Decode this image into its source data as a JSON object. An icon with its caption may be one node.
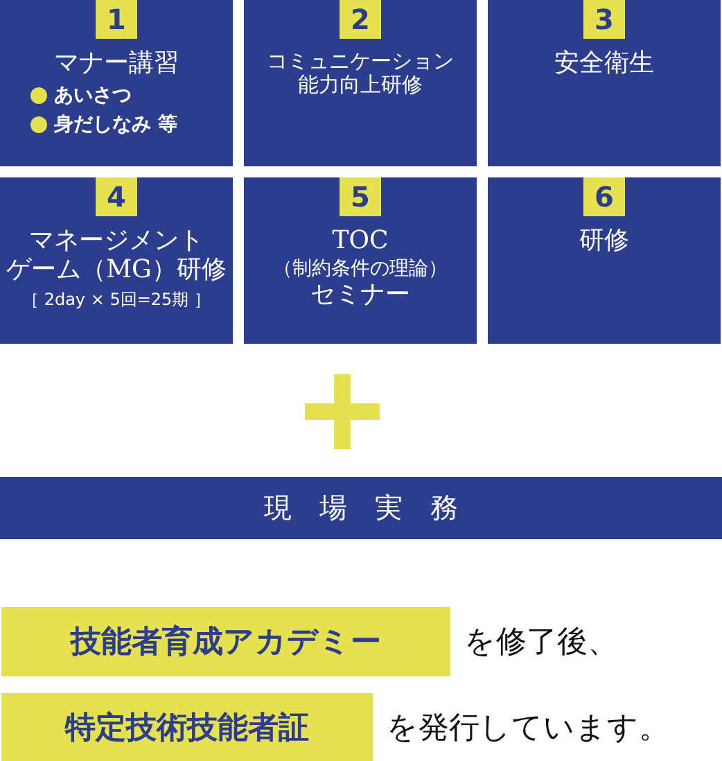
{
  "diagram": {
    "nodes": [
      {
        "text": [
          "1",
          "マナー講習",
          "あいさつ",
          "身だしなみ 等"
        ]
      },
      {
        "text": [
          "2",
          "コミュニケーション能力向上研修"
        ]
      },
      {
        "text": [
          "3",
          "安全衛生"
        ]
      },
      {
        "text": [
          "4",
          "マネージメントゲーム（MG）研修",
          "［ 2day × 5回=25期 ］"
        ]
      },
      {
        "text": [
          "5",
          "TOC",
          "（制約条件の理論）",
          "セミナー"
        ]
      },
      {
        "text": [
          "6",
          "研修"
        ]
      },
      {
        "text": [
          "現　場　実　務"
        ]
      },
      {
        "text": [
          "技能者育成アカデミー"
        ],
        "beside": [
          "を修了後、"
        ]
      },
      {
        "text": [
          "特定技術技能者証"
        ],
        "beside": [
          "を発行しています。"
        ]
      }
    ]
  }
}
